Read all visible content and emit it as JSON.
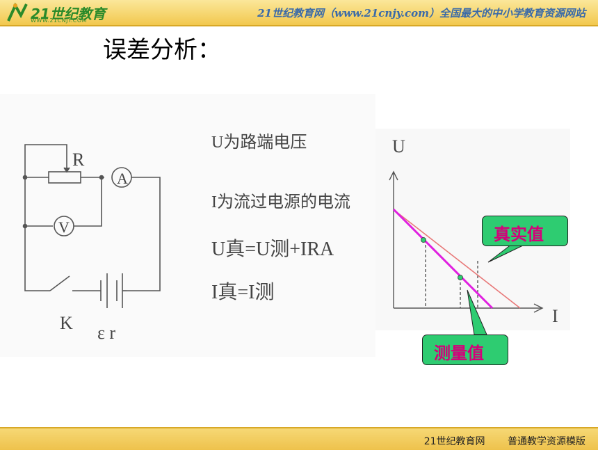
{
  "header": {
    "logo_text": "21世纪教育",
    "logo_sub": "WWW.21CNJY.COM",
    "site_title": "21世纪教育网（www.21cnjy.com）全国最大的中小学教育资源网站"
  },
  "slide": {
    "heading": "误差分析：",
    "circuit": {
      "resistor_label": "R",
      "ammeter_label": "A",
      "voltmeter_label": "V",
      "switch_label": "K",
      "emf_label": "ε r"
    },
    "notes": {
      "line1": "U为路端电压",
      "line2": "I为流过电源的电流",
      "eq1": "U真=U测+IRA",
      "eq2": "I真=I测"
    },
    "graph": {
      "y_axis_label": "U",
      "x_axis_label": "I",
      "true_label": "真实值",
      "measured_label": "测量值",
      "true_line_color": "#e87878",
      "measured_line_color": "#e020e0",
      "callout_color": "#2ecc71"
    }
  },
  "footer": {
    "site_name": "21世纪教育网",
    "template_name": "普通教学资源模版"
  }
}
